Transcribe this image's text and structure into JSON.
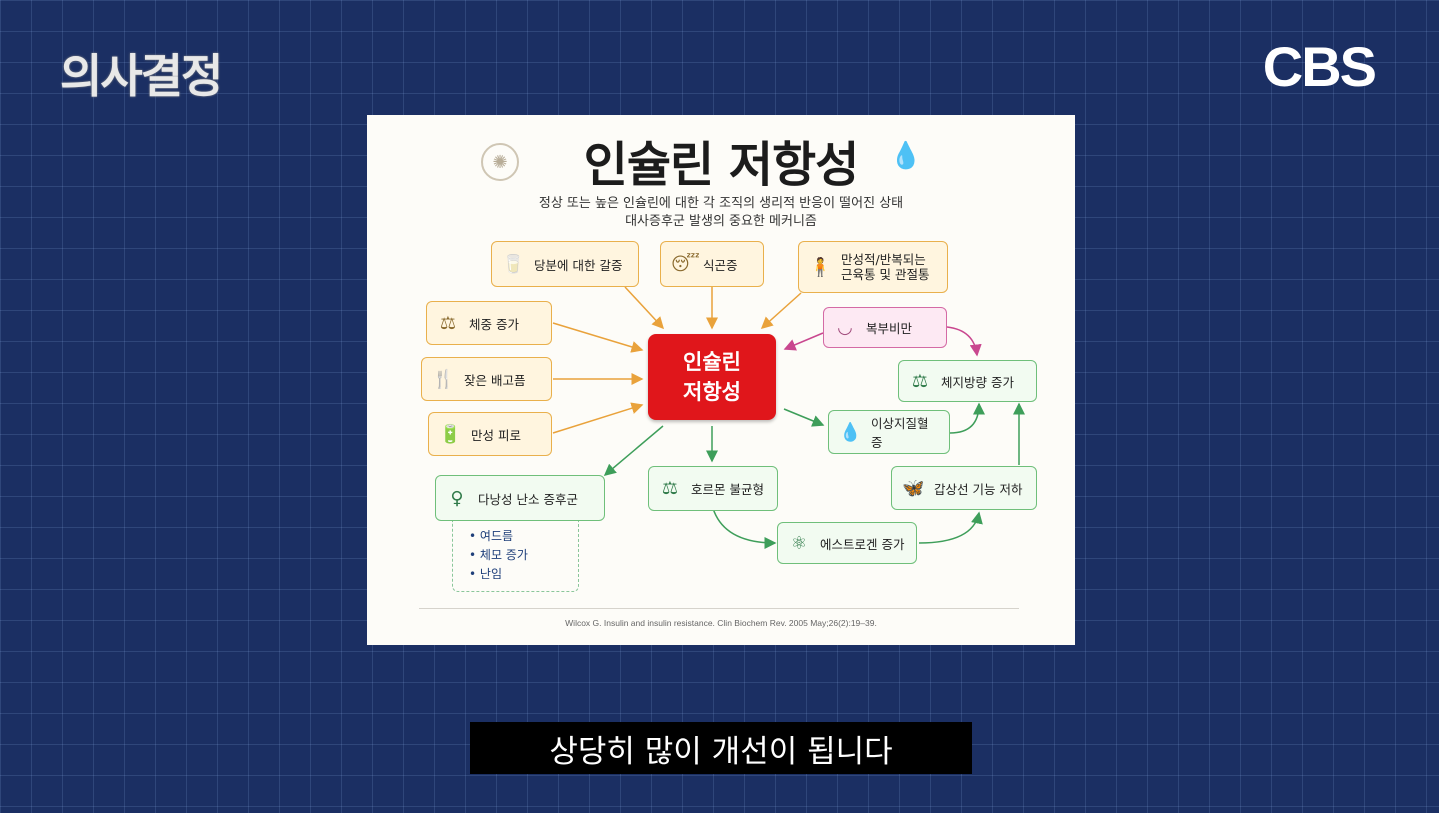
{
  "show_logo": "의사결정",
  "channel_logo": "CBS",
  "slide": {
    "title": "인슐린 저항성",
    "subtitle_line1": "정상 또는 높은 인슐린에 대한 각 조직의 생리적 반응이 떨어진 상태",
    "subtitle_line2": "대사증후군 발생의 중요한 메커니즘",
    "center_line1": "인슐린",
    "center_line2": "저항성",
    "nodes": {
      "sugar_craving": "당분에 대한 갈증",
      "drowsiness": "식곤증",
      "pain_line1": "만성적/반복되는",
      "pain_line2": "근육통 및 관절통",
      "weight_gain": "체중 증가",
      "frequent_hunger": "잦은 배고픔",
      "chronic_fatigue": "만성 피로",
      "abdominal_obesity": "복부비만",
      "body_fat_increase": "체지방량 증가",
      "dyslipidemia": "이상지질혈증",
      "hypothyroidism": "갑상선 기능 저하",
      "pcos": "다낭성 난소 증후군",
      "hormone_imbalance": "호르몬 불균형",
      "estrogen_increase": "에스트로겐 증가"
    },
    "pcos_items": [
      "여드름",
      "체모 증가",
      "난임"
    ],
    "citation": "Wilcox G. Insulin and insulin resistance. Clin Biochem Rev. 2005 May;26(2):19–39.",
    "colors": {
      "orange_arrow": "#e9a23b",
      "green_arrow": "#3e9e5a",
      "pink_arrow": "#c9478f",
      "center": "#e0161b"
    }
  },
  "caption": "상당히 많이 개선이 됩니다",
  "icons": [
    "virus-icon",
    "drop-icon",
    "cup-icon",
    "sleepy-face-icon",
    "person-pain-icon",
    "scale-icon",
    "fork-knife-icon",
    "battery-icon",
    "abdomen-icon",
    "body-scale-icon",
    "drop-icon",
    "thyroid-icon",
    "uterus-icon",
    "balance-scale-icon",
    "molecule-icon"
  ]
}
